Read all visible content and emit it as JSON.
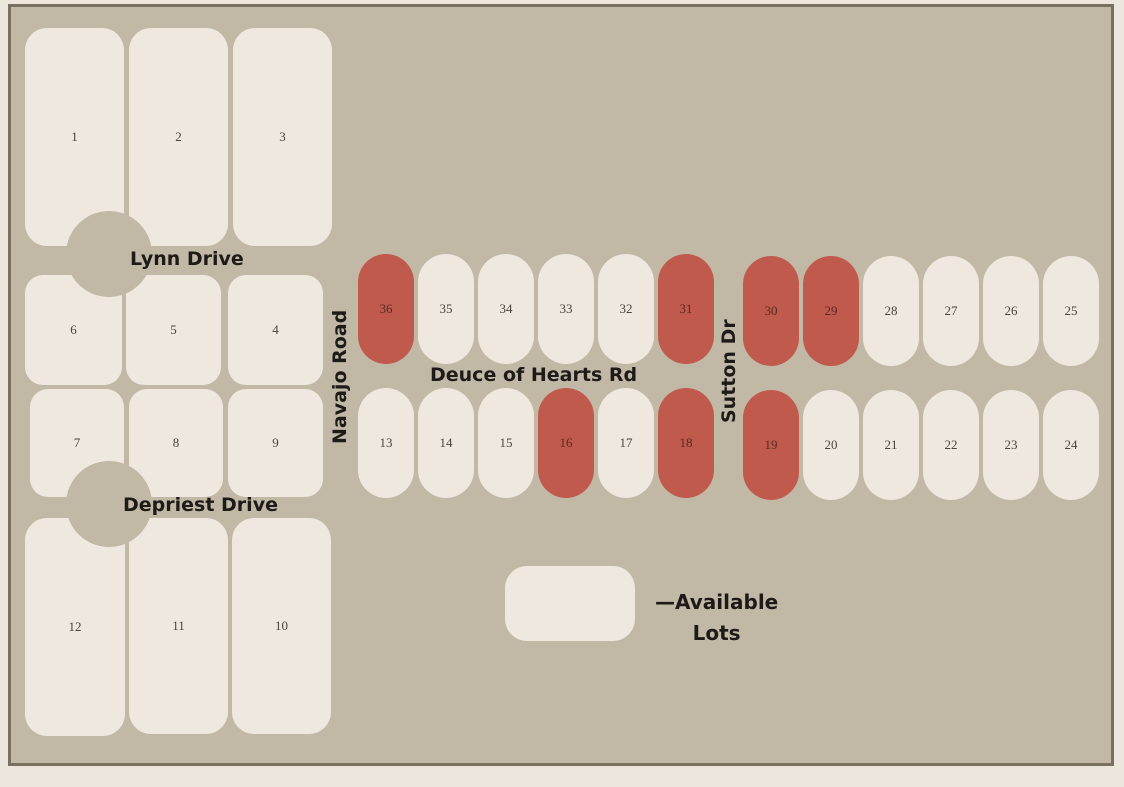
{
  "colors": {
    "background": "#ede6dc",
    "ground": "#c2b8a6",
    "border": "#7a705f",
    "available": "#efe8de",
    "sold": "#bf5a4c"
  },
  "streets": {
    "lynn": "Lynn Drive",
    "depriest": "Depriest Drive",
    "navajo": "Navajo Road",
    "deuce": "Deuce of Hearts Rd",
    "sutton": "Sutton Dr"
  },
  "legend": {
    "line1": "—Available",
    "line2": "Lots"
  },
  "lots": {
    "l1": {
      "label": "1",
      "status": "available"
    },
    "l2": {
      "label": "2",
      "status": "available"
    },
    "l3": {
      "label": "3",
      "status": "available"
    },
    "l4": {
      "label": "4",
      "status": "available"
    },
    "l5": {
      "label": "5",
      "status": "available"
    },
    "l6": {
      "label": "6",
      "status": "available"
    },
    "l7": {
      "label": "7",
      "status": "available"
    },
    "l8": {
      "label": "8",
      "status": "available"
    },
    "l9": {
      "label": "9",
      "status": "available"
    },
    "l10": {
      "label": "10",
      "status": "available"
    },
    "l11": {
      "label": "11",
      "status": "available"
    },
    "l12": {
      "label": "12",
      "status": "available"
    },
    "l13": {
      "label": "13",
      "status": "available"
    },
    "l14": {
      "label": "14",
      "status": "available"
    },
    "l15": {
      "label": "15",
      "status": "available"
    },
    "l16": {
      "label": "16",
      "status": "sold"
    },
    "l17": {
      "label": "17",
      "status": "available"
    },
    "l18": {
      "label": "18",
      "status": "sold"
    },
    "l19": {
      "label": "19",
      "status": "sold"
    },
    "l20": {
      "label": "20",
      "status": "available"
    },
    "l21": {
      "label": "21",
      "status": "available"
    },
    "l22": {
      "label": "22",
      "status": "available"
    },
    "l23": {
      "label": "23",
      "status": "available"
    },
    "l24": {
      "label": "24",
      "status": "available"
    },
    "l25": {
      "label": "25",
      "status": "available"
    },
    "l26": {
      "label": "26",
      "status": "available"
    },
    "l27": {
      "label": "27",
      "status": "available"
    },
    "l28": {
      "label": "28",
      "status": "available"
    },
    "l29": {
      "label": "29",
      "status": "sold"
    },
    "l30": {
      "label": "30",
      "status": "sold"
    },
    "l31": {
      "label": "31",
      "status": "sold"
    },
    "l32": {
      "label": "32",
      "status": "available"
    },
    "l33": {
      "label": "33",
      "status": "available"
    },
    "l34": {
      "label": "34",
      "status": "available"
    },
    "l35": {
      "label": "35",
      "status": "available"
    },
    "l36": {
      "label": "36",
      "status": "sold"
    }
  }
}
